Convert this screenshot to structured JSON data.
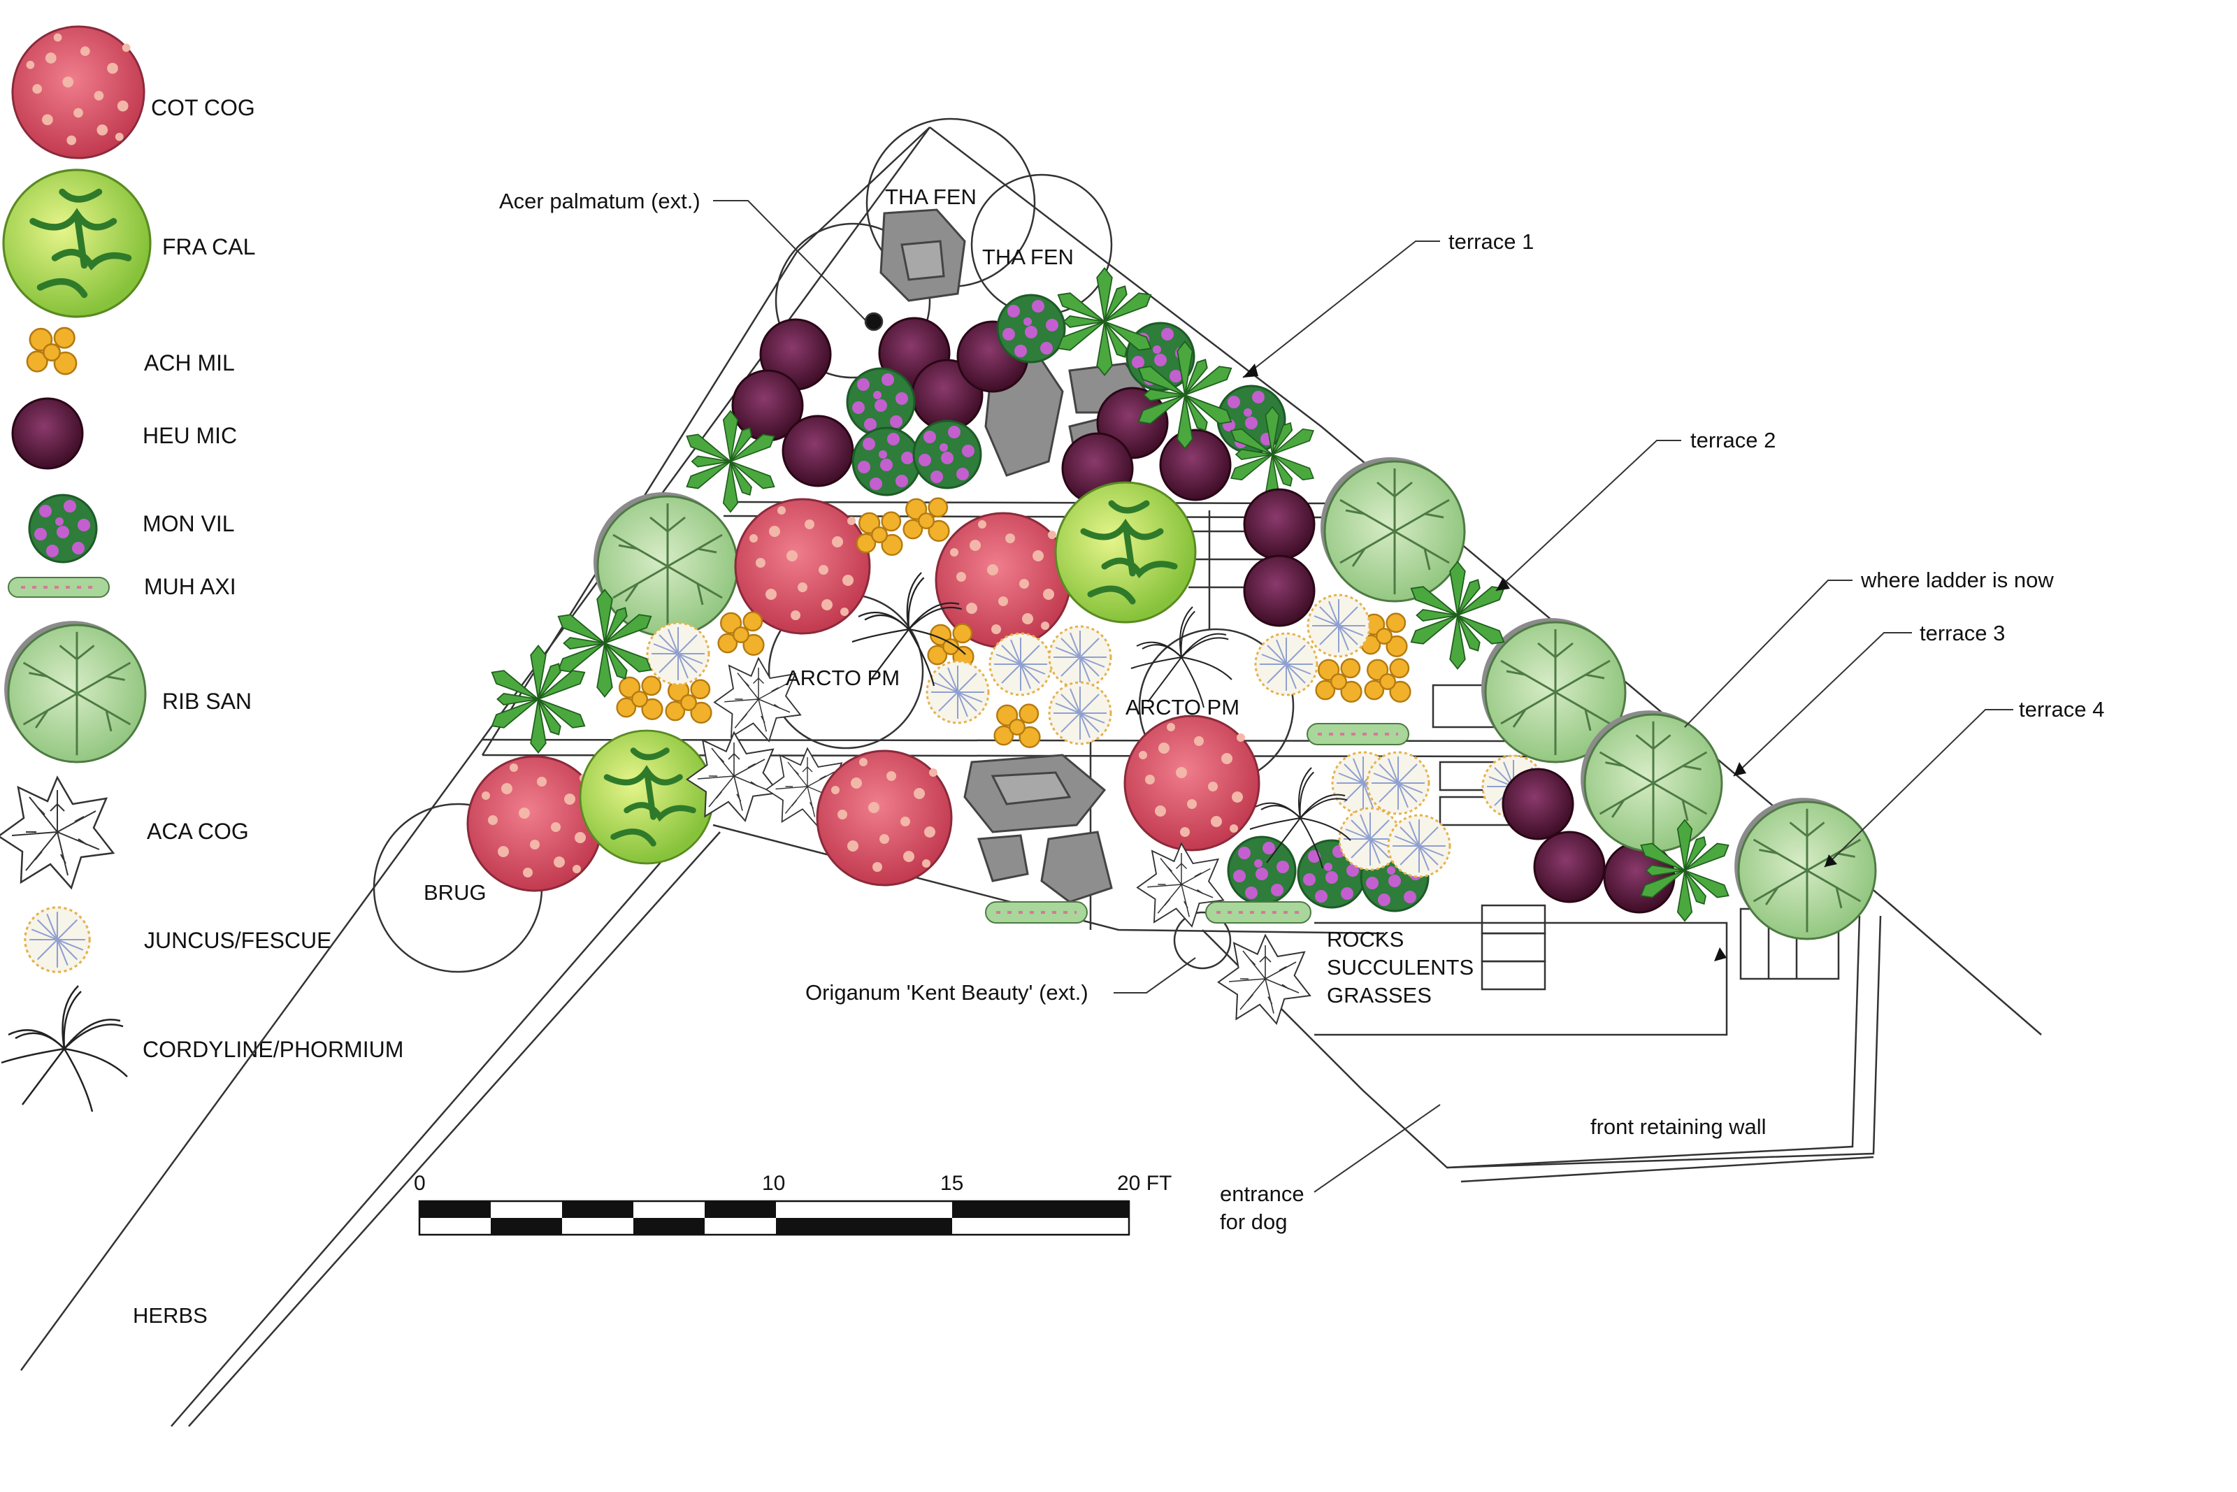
{
  "legend": {
    "items": [
      {
        "code": "COT COG",
        "symbol": "cot-cog"
      },
      {
        "code": "FRA CAL",
        "symbol": "fra-cal"
      },
      {
        "code": "ACH MIL",
        "symbol": "ach-mil"
      },
      {
        "code": "HEU MIC",
        "symbol": "heu-mic"
      },
      {
        "code": "MON VIL",
        "symbol": "mon-vil"
      },
      {
        "code": "MUH AXI",
        "symbol": "muh-axi"
      },
      {
        "code": "RIB SAN",
        "symbol": "rib-san"
      },
      {
        "code": "ACA COG",
        "symbol": "aca-cog"
      },
      {
        "code": "JUNCUS/FESCUE",
        "symbol": "juncus-fescue"
      },
      {
        "code": "CORDYLINE/PHORMIUM",
        "symbol": "cordyline-phormium"
      }
    ]
  },
  "callouts": {
    "acer": "Acer palmatum (ext.)",
    "terrace1": "terrace 1",
    "terrace2": "terrace 2",
    "ladder": "where ladder is now",
    "terrace3": "terrace 3",
    "terrace4": "terrace 4",
    "origanum": "Origanum 'Kent Beauty' (ext.)",
    "front_wall": "front retaining wall",
    "entrance_line1": "entrance",
    "entrance_line2": "for dog"
  },
  "plan_labels": {
    "tha_fen_1": "THA FEN",
    "tha_fen_2": "THA FEN",
    "arcto_pm_1": "ARCTO PM",
    "arcto_pm_2": "ARCTO PM",
    "brug": "BRUG",
    "herbs": "HERBS",
    "rocks": "ROCKS",
    "succulents": "SUCCULENTS",
    "grasses": "GRASSES"
  },
  "scale_bar": {
    "ticks": [
      "0",
      "10",
      "15",
      "20 FT"
    ]
  },
  "colors": {
    "cot_cog": "#d4455c",
    "fra_cal": "#a9d84a",
    "heu_mic": "#5a1737",
    "mon_vil": "#2e7d3a",
    "mon_vil_flower": "#c45fd0",
    "rib_san": "#a9d69a",
    "ach_mil": "#f2b12a",
    "rock": "#8e8e8e",
    "palm": "#3f9b3c",
    "line": "#222222"
  }
}
